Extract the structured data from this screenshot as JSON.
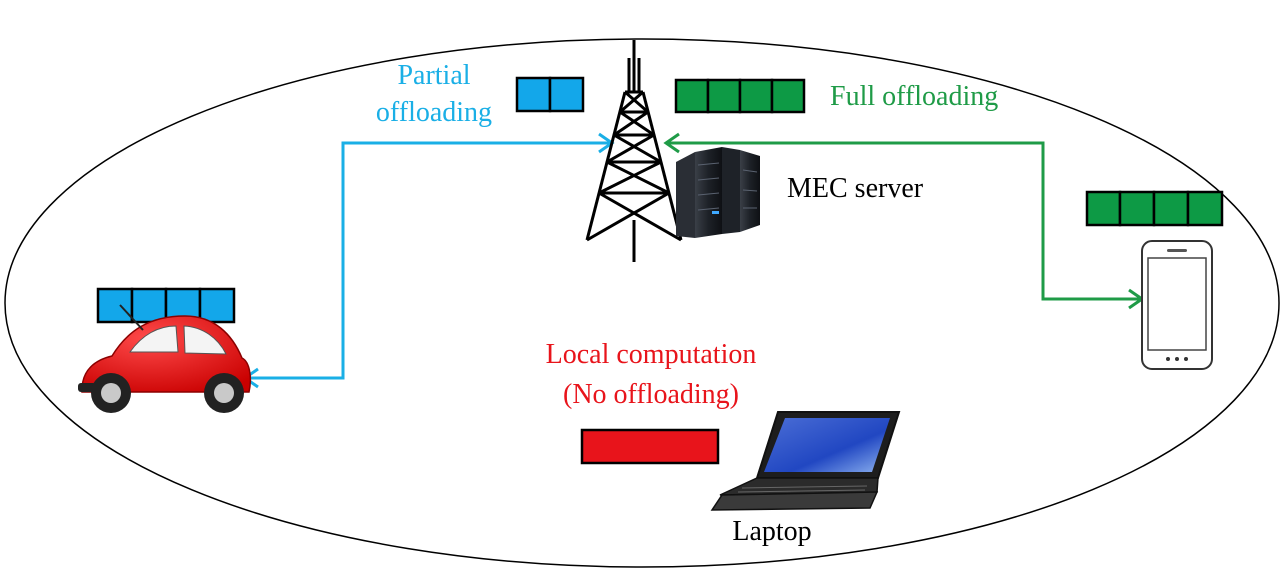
{
  "labels": {
    "partial_line1": "Partial",
    "partial_line2": "offloading",
    "full": "Full offloading",
    "server": "MEC server",
    "local_line1": "Local computation",
    "local_line2": "(No offloading)",
    "laptop": "Laptop"
  },
  "colors": {
    "partial": "#1aafe6",
    "full": "#1f9b47",
    "local": "#e8141b",
    "task_blue": "#13a7ea",
    "task_green": "#0d9a45",
    "task_red": "#e8141b"
  },
  "icons": [
    "tower-icon",
    "server-icon",
    "car-icon",
    "phone-icon",
    "laptop-icon"
  ]
}
